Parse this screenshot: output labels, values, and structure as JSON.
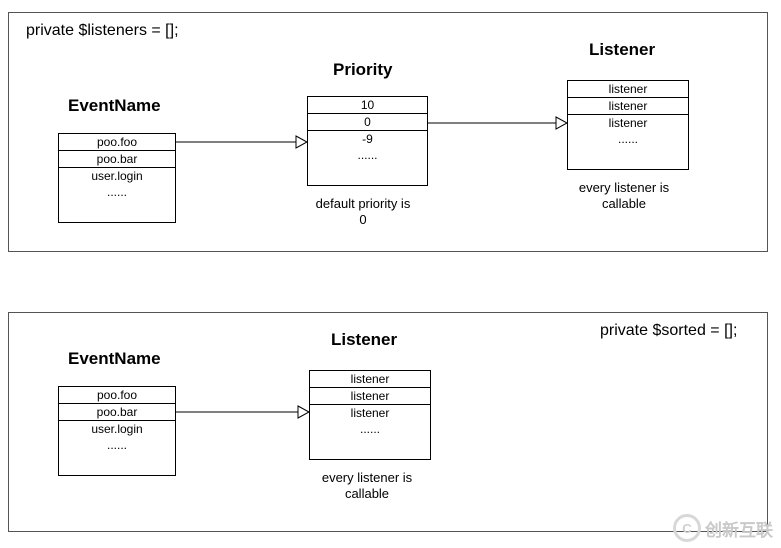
{
  "top": {
    "code_label": "private $listeners = [];",
    "eventname": {
      "title": "EventName",
      "rows": [
        "poo.foo",
        "poo.bar",
        "user.login"
      ],
      "dots": "......"
    },
    "priority": {
      "title": "Priority",
      "rows": [
        "10",
        "0",
        "-9"
      ],
      "dots": "......",
      "caption_line1": "default priority is",
      "caption_line2": "0"
    },
    "listener": {
      "title": "Listener",
      "rows": [
        "listener",
        "listener",
        "listener"
      ],
      "dots": "......",
      "caption_line1": "every listener is",
      "caption_line2": "callable"
    }
  },
  "bottom": {
    "code_label": "private $sorted = [];",
    "eventname": {
      "title": "EventName",
      "rows": [
        "poo.foo",
        "poo.bar",
        "user.login"
      ],
      "dots": "......"
    },
    "listener": {
      "title": "Listener",
      "rows": [
        "listener",
        "listener",
        "listener"
      ],
      "dots": "......",
      "caption_line1": "every listener is",
      "caption_line2": "callable"
    }
  },
  "watermark": {
    "logo_text": "C",
    "text": "创新互联"
  }
}
